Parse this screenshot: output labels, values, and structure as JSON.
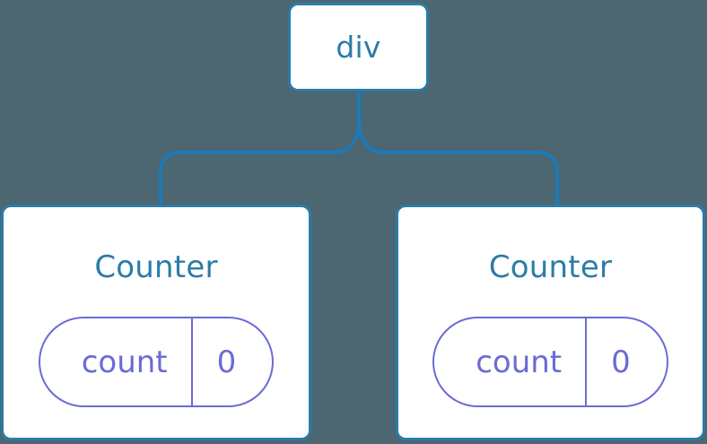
{
  "diagram": {
    "type": "component-tree",
    "background_color": "#4c6672",
    "edge_color": "#2b7ca8"
  },
  "root": {
    "label": "div",
    "text_color": "#2b7ca8",
    "border_color": "#2b7ca8",
    "fill_color": "#ffffff"
  },
  "children": [
    {
      "title": "Counter",
      "title_color": "#2b7ca8",
      "state": {
        "key": "count",
        "value": "0",
        "color": "#6b6bd6"
      }
    },
    {
      "title": "Counter",
      "title_color": "#2b7ca8",
      "state": {
        "key": "count",
        "value": "0",
        "color": "#6b6bd6"
      }
    }
  ],
  "edges": [
    {
      "from": "div",
      "to": "counter-left"
    },
    {
      "from": "div",
      "to": "counter-right"
    }
  ]
}
